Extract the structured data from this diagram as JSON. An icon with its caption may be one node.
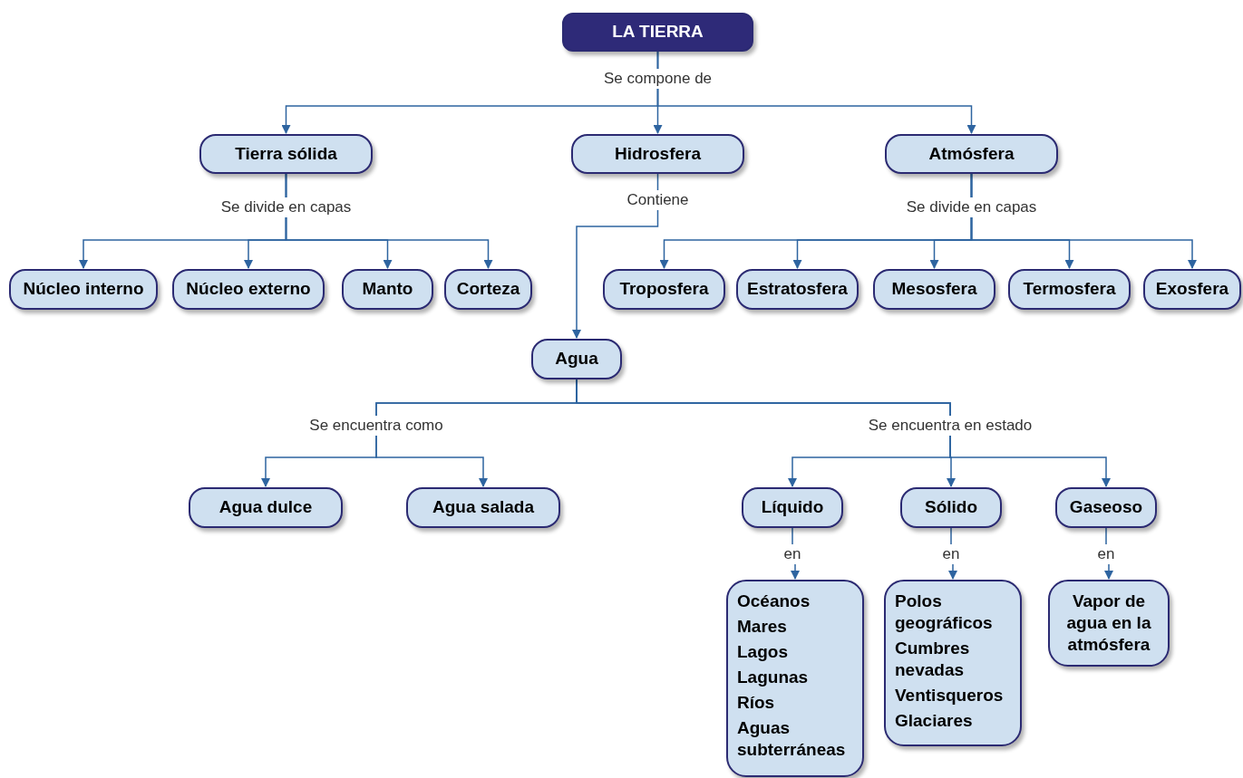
{
  "diagram": {
    "nodes": [
      {
        "text": [
          "LA TIERRA"
        ]
      },
      {
        "text": [
          "Tierra sólida"
        ]
      },
      {
        "text": [
          "Hidrosfera"
        ]
      },
      {
        "text": [
          "Atmósfera"
        ]
      },
      {
        "text": [
          "Núcleo interno"
        ]
      },
      {
        "text": [
          "Núcleo externo"
        ]
      },
      {
        "text": [
          "Manto"
        ]
      },
      {
        "text": [
          "Corteza"
        ]
      },
      {
        "text": [
          "Troposfera"
        ]
      },
      {
        "text": [
          "Estratosfera"
        ]
      },
      {
        "text": [
          "Mesosfera"
        ]
      },
      {
        "text": [
          "Termosfera"
        ]
      },
      {
        "text": [
          "Exosfera"
        ]
      },
      {
        "text": [
          "Agua"
        ]
      },
      {
        "text": [
          "Agua dulce"
        ]
      },
      {
        "text": [
          "Agua salada"
        ]
      },
      {
        "text": [
          "Líquido"
        ]
      },
      {
        "text": [
          "Sólido"
        ]
      },
      {
        "text": [
          "Gaseoso"
        ]
      },
      {
        "text": [
          "Océanos",
          "Mares",
          "Lagos",
          "Lagunas",
          "Ríos",
          "Aguas subterráneas"
        ]
      },
      {
        "text": [
          "Polos geográficos",
          "Cumbres nevadas",
          "Ventisqueros",
          "Glaciares"
        ]
      },
      {
        "text": [
          "Vapor de agua en la atmósfera"
        ]
      }
    ],
    "edges": [
      {
        "from": 0,
        "to": 1,
        "arrow": "to"
      },
      {
        "from": 0,
        "to": 2,
        "arrow": "to",
        "label": "Se compone de"
      },
      {
        "from": 0,
        "to": 3,
        "arrow": "to"
      },
      {
        "from": 1,
        "to": 4,
        "arrow": "to",
        "label": "Se divide en capas"
      },
      {
        "from": 1,
        "to": 5,
        "arrow": "to"
      },
      {
        "from": 1,
        "to": 6,
        "arrow": "to"
      },
      {
        "from": 1,
        "to": 7,
        "arrow": "to"
      },
      {
        "from": 3,
        "to": 8,
        "arrow": "to",
        "label": "Se divide en capas"
      },
      {
        "from": 3,
        "to": 9,
        "arrow": "to"
      },
      {
        "from": 3,
        "to": 10,
        "arrow": "to"
      },
      {
        "from": 3,
        "to": 11,
        "arrow": "to"
      },
      {
        "from": 3,
        "to": 12,
        "arrow": "to"
      },
      {
        "from": 2,
        "to": 13,
        "arrow": "to",
        "label": "Contiene"
      },
      {
        "from": 13,
        "to": 14,
        "arrow": "to",
        "label": "Se encuentra como"
      },
      {
        "from": 13,
        "to": 15,
        "arrow": "to"
      },
      {
        "from": 13,
        "to": 16,
        "arrow": "to",
        "label": "Se encuentra en estado"
      },
      {
        "from": 13,
        "to": 17,
        "arrow": "to"
      },
      {
        "from": 13,
        "to": 18,
        "arrow": "to"
      },
      {
        "from": 16,
        "to": 19,
        "arrow": "to",
        "label": "en"
      },
      {
        "from": 17,
        "to": 20,
        "arrow": "to",
        "label": "en"
      },
      {
        "from": 18,
        "to": 21,
        "arrow": "to",
        "label": "en"
      }
    ]
  }
}
